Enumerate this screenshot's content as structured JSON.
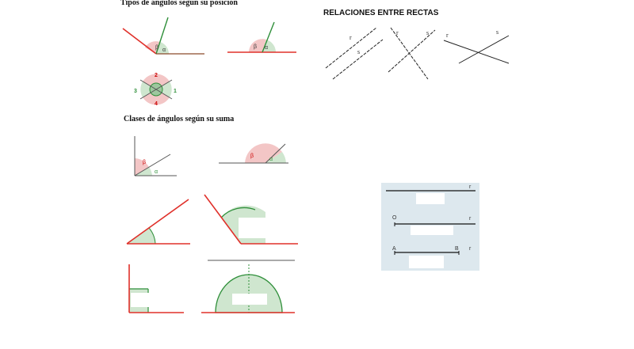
{
  "sections": {
    "position_title": "Tipos de ángulos según su posición",
    "sum_title": "Clases de ángulos según su suma",
    "lines_title": "RELACIONES ENTRE RECTAS"
  },
  "labels": {
    "alpha": "α",
    "beta": "β",
    "n1": "1",
    "n2": "2",
    "n3": "3",
    "n4": "4",
    "r": "r",
    "s": "s",
    "O": "O",
    "A": "A",
    "B": "B"
  },
  "colors": {
    "red": "#e0302a",
    "green": "#2f8f3a",
    "pink_fill": "#f3c6c6",
    "green_fill": "#cfe6cf",
    "panel_bg": "#dde8ee"
  }
}
